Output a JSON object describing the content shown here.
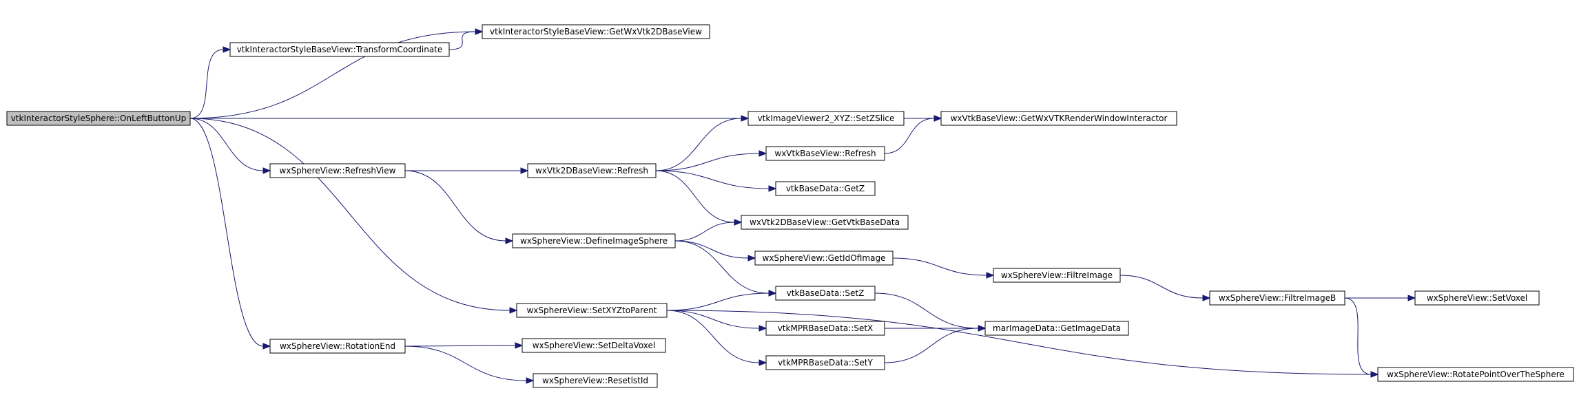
{
  "colors": {
    "background": "#ffffff",
    "node_fill": "#ffffff",
    "root_fill": "#bfbfbf",
    "node_border": "#000000",
    "edge": "#191970"
  },
  "nodes": [
    {
      "id": "on_left_button_up",
      "label": "vtkInteractorStyleSphere::OnLeftButtonUp",
      "root": true
    },
    {
      "id": "get_wx_vtk_2d_base_view",
      "label": "vtkInteractorStyleBaseView::GetWxVtk2DBaseView"
    },
    {
      "id": "transform_coordinate",
      "label": "vtkInteractorStyleBaseView::TransformCoordinate"
    },
    {
      "id": "get_wx_vtk_render_window_interactor",
      "label": "wxVtkBaseView::GetWxVTKRenderWindowInteractor"
    },
    {
      "id": "set_z_slice",
      "label": "vtkImageViewer2_XYZ::SetZSlice"
    },
    {
      "id": "wx_vtk_base_view_refresh",
      "label": "wxVtkBaseView::Refresh"
    },
    {
      "id": "refresh_view",
      "label": "wxSphereView::RefreshView"
    },
    {
      "id": "wx_vtk_2d_base_view_refresh",
      "label": "wxVtk2DBaseView::Refresh"
    },
    {
      "id": "get_z",
      "label": "vtkBaseData::GetZ"
    },
    {
      "id": "get_vtk_base_data",
      "label": "wxVtk2DBaseView::GetVtkBaseData"
    },
    {
      "id": "define_image_sphere",
      "label": "wxSphereView::DefineImageSphere"
    },
    {
      "id": "get_id_of_image",
      "label": "wxSphereView::GetIdOfImage"
    },
    {
      "id": "filtre_image",
      "label": "wxSphereView::FiltreImage"
    },
    {
      "id": "filtre_image_b",
      "label": "wxSphereView::FiltreImageB"
    },
    {
      "id": "set_voxel",
      "label": "wxSphereView::SetVoxel"
    },
    {
      "id": "set_z",
      "label": "vtkBaseData::SetZ"
    },
    {
      "id": "set_xyz_to_parent",
      "label": "wxSphereView::SetXYZtoParent"
    },
    {
      "id": "set_x",
      "label": "vtkMPRBaseData::SetX"
    },
    {
      "id": "get_image_data",
      "label": "marImageData::GetImageData"
    },
    {
      "id": "set_y",
      "label": "vtkMPRBaseData::SetY"
    },
    {
      "id": "rotation_end",
      "label": "wxSphereView::RotationEnd"
    },
    {
      "id": "set_delta_voxel",
      "label": "wxSphereView::SetDeltaVoxel"
    },
    {
      "id": "reset_lst_id",
      "label": "wxSphereView::ResetlstId"
    },
    {
      "id": "rotate_point_over_the_sphere",
      "label": "wxSphereView::RotatePointOverTheSphere"
    }
  ],
  "edges": [
    {
      "from": "on_left_button_up",
      "to": "get_wx_vtk_2d_base_view"
    },
    {
      "from": "on_left_button_up",
      "to": "transform_coordinate"
    },
    {
      "from": "transform_coordinate",
      "to": "get_wx_vtk_2d_base_view"
    },
    {
      "from": "on_left_button_up",
      "to": "get_wx_vtk_render_window_interactor"
    },
    {
      "from": "on_left_button_up",
      "to": "refresh_view"
    },
    {
      "from": "on_left_button_up",
      "to": "set_xyz_to_parent"
    },
    {
      "from": "on_left_button_up",
      "to": "rotation_end"
    },
    {
      "from": "refresh_view",
      "to": "wx_vtk_2d_base_view_refresh"
    },
    {
      "from": "refresh_view",
      "to": "define_image_sphere"
    },
    {
      "from": "wx_vtk_2d_base_view_refresh",
      "to": "set_z_slice"
    },
    {
      "from": "wx_vtk_2d_base_view_refresh",
      "to": "wx_vtk_base_view_refresh"
    },
    {
      "from": "wx_vtk_2d_base_view_refresh",
      "to": "get_z"
    },
    {
      "from": "wx_vtk_2d_base_view_refresh",
      "to": "get_vtk_base_data"
    },
    {
      "from": "wx_vtk_base_view_refresh",
      "to": "get_wx_vtk_render_window_interactor"
    },
    {
      "from": "define_image_sphere",
      "to": "get_vtk_base_data"
    },
    {
      "from": "define_image_sphere",
      "to": "get_id_of_image"
    },
    {
      "from": "define_image_sphere",
      "to": "set_z"
    },
    {
      "from": "get_id_of_image",
      "to": "filtre_image"
    },
    {
      "from": "filtre_image",
      "to": "filtre_image_b"
    },
    {
      "from": "filtre_image_b",
      "to": "set_voxel"
    },
    {
      "from": "filtre_image_b",
      "to": "rotate_point_over_the_sphere"
    },
    {
      "from": "set_xyz_to_parent",
      "to": "set_z"
    },
    {
      "from": "set_xyz_to_parent",
      "to": "set_x"
    },
    {
      "from": "set_xyz_to_parent",
      "to": "set_y"
    },
    {
      "from": "set_xyz_to_parent",
      "to": "rotate_point_over_the_sphere"
    },
    {
      "from": "set_z",
      "to": "get_image_data"
    },
    {
      "from": "set_x",
      "to": "get_image_data"
    },
    {
      "from": "set_y",
      "to": "get_image_data"
    },
    {
      "from": "rotation_end",
      "to": "set_delta_voxel"
    },
    {
      "from": "rotation_end",
      "to": "reset_lst_id"
    }
  ]
}
